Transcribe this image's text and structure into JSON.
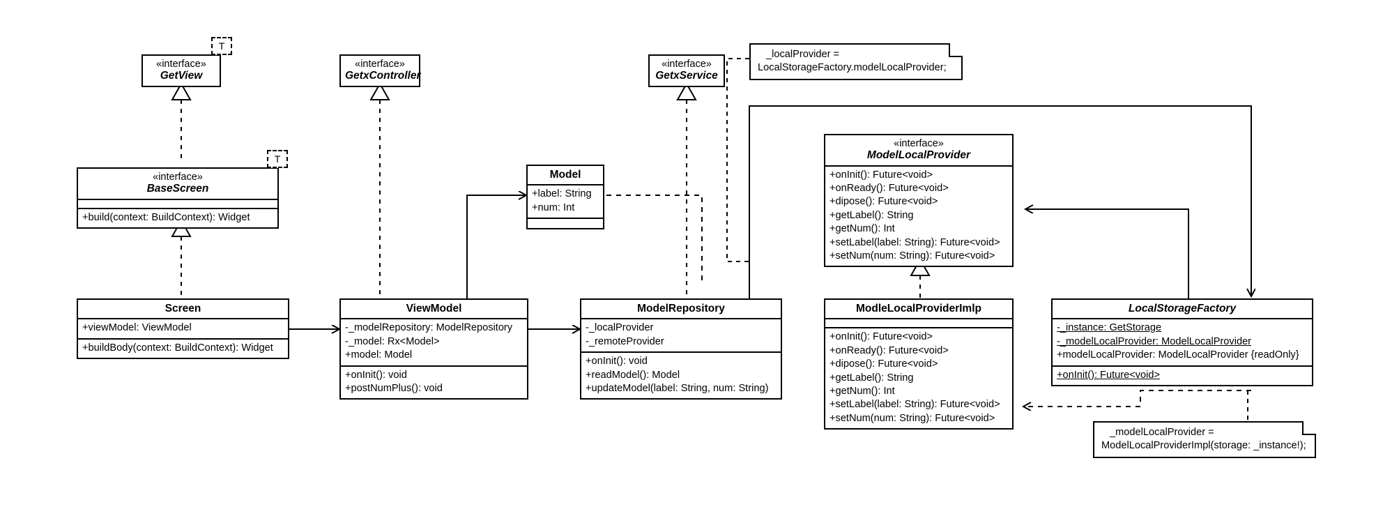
{
  "diagram": {
    "title": "Flutter GetX MVVM class diagram",
    "type": "uml-class-diagram",
    "stereotype_interface": "«interface»",
    "template_param": "T"
  },
  "classes": {
    "getview": {
      "stereotype": "«interface»",
      "name": "GetView",
      "template": "T",
      "attributes": [],
      "operations": []
    },
    "basescreen": {
      "stereotype": "«interface»",
      "name": "BaseScreen",
      "template": "T",
      "attributes": [],
      "operations": [
        "+build(context: BuildContext): Widget"
      ]
    },
    "getxcontroller": {
      "stereotype": "«interface»",
      "name": "GetxController",
      "attributes": [],
      "operations": []
    },
    "getxservice": {
      "stereotype": "«interface»",
      "name": "GetxService",
      "attributes": [],
      "operations": []
    },
    "model": {
      "name": "Model",
      "attributes": [
        "+label: String",
        "+num: Int"
      ],
      "operations": []
    },
    "screen": {
      "name": "Screen",
      "attributes": [
        "+viewModel: ViewModel"
      ],
      "operations": [
        "+buildBody(context: BuildContext): Widget"
      ]
    },
    "viewmodel": {
      "name": "ViewModel",
      "attributes": [
        "-_modelRepository: ModelRepository",
        "-_model: Rx<Model>",
        "+model: Model"
      ],
      "operations": [
        "+onInit(): void",
        "+postNumPlus(): void"
      ]
    },
    "modelrepository": {
      "name": "ModelRepository",
      "attributes": [
        "-_localProvider",
        "-_remoteProvider"
      ],
      "operations": [
        "+onInit(): void",
        "+readModel(): Model",
        "+updateModel(label: String, num: String)"
      ]
    },
    "modellocalprovider": {
      "stereotype": "«interface»",
      "name": "ModelLocalProvider",
      "attributes": [],
      "operations": [
        "+onInit(): Future<void>",
        "+onReady(): Future<void>",
        "+dipose(): Future<void>",
        "+getLabel(): String",
        "+getNum(): Int",
        "+setLabel(label: String): Future<void>",
        "+setNum(num: String): Future<void>"
      ]
    },
    "modlelocalproviderimlp": {
      "name": "ModleLocalProviderImlp",
      "attributes": [],
      "operations": [
        "+onInit(): Future<void>",
        "+onReady(): Future<void>",
        "+dipose(): Future<void>",
        "+getLabel(): String",
        "+getNum(): Int",
        "+setLabel(label: String): Future<void>",
        "+setNum(num: String): Future<void>"
      ]
    },
    "localstoragefactory": {
      "name": "LocalStorageFactory",
      "attributes": [
        "-_instance: GetStorage",
        "-_modelLocalProvider: ModelLocalProvider",
        "+modelLocalProvider: ModelLocalProvider {readOnly}"
      ],
      "operations": [
        "+onInit(): Future<void>"
      ],
      "static_members": [
        "-_instance: GetStorage",
        "-_modelLocalProvider: ModelLocalProvider",
        "+onInit(): Future<void>"
      ]
    }
  },
  "notes": {
    "note_local_provider": {
      "line1": "_localProvider =",
      "line2": "LocalStorageFactory.modelLocalProvider;"
    },
    "note_model_local_provider": {
      "line1": "_modelLocalProvider =",
      "line2": "ModelLocalProviderImpl(storage: _instance!);"
    }
  },
  "colors": {
    "stroke": "#000000",
    "fill": "#ffffff"
  }
}
